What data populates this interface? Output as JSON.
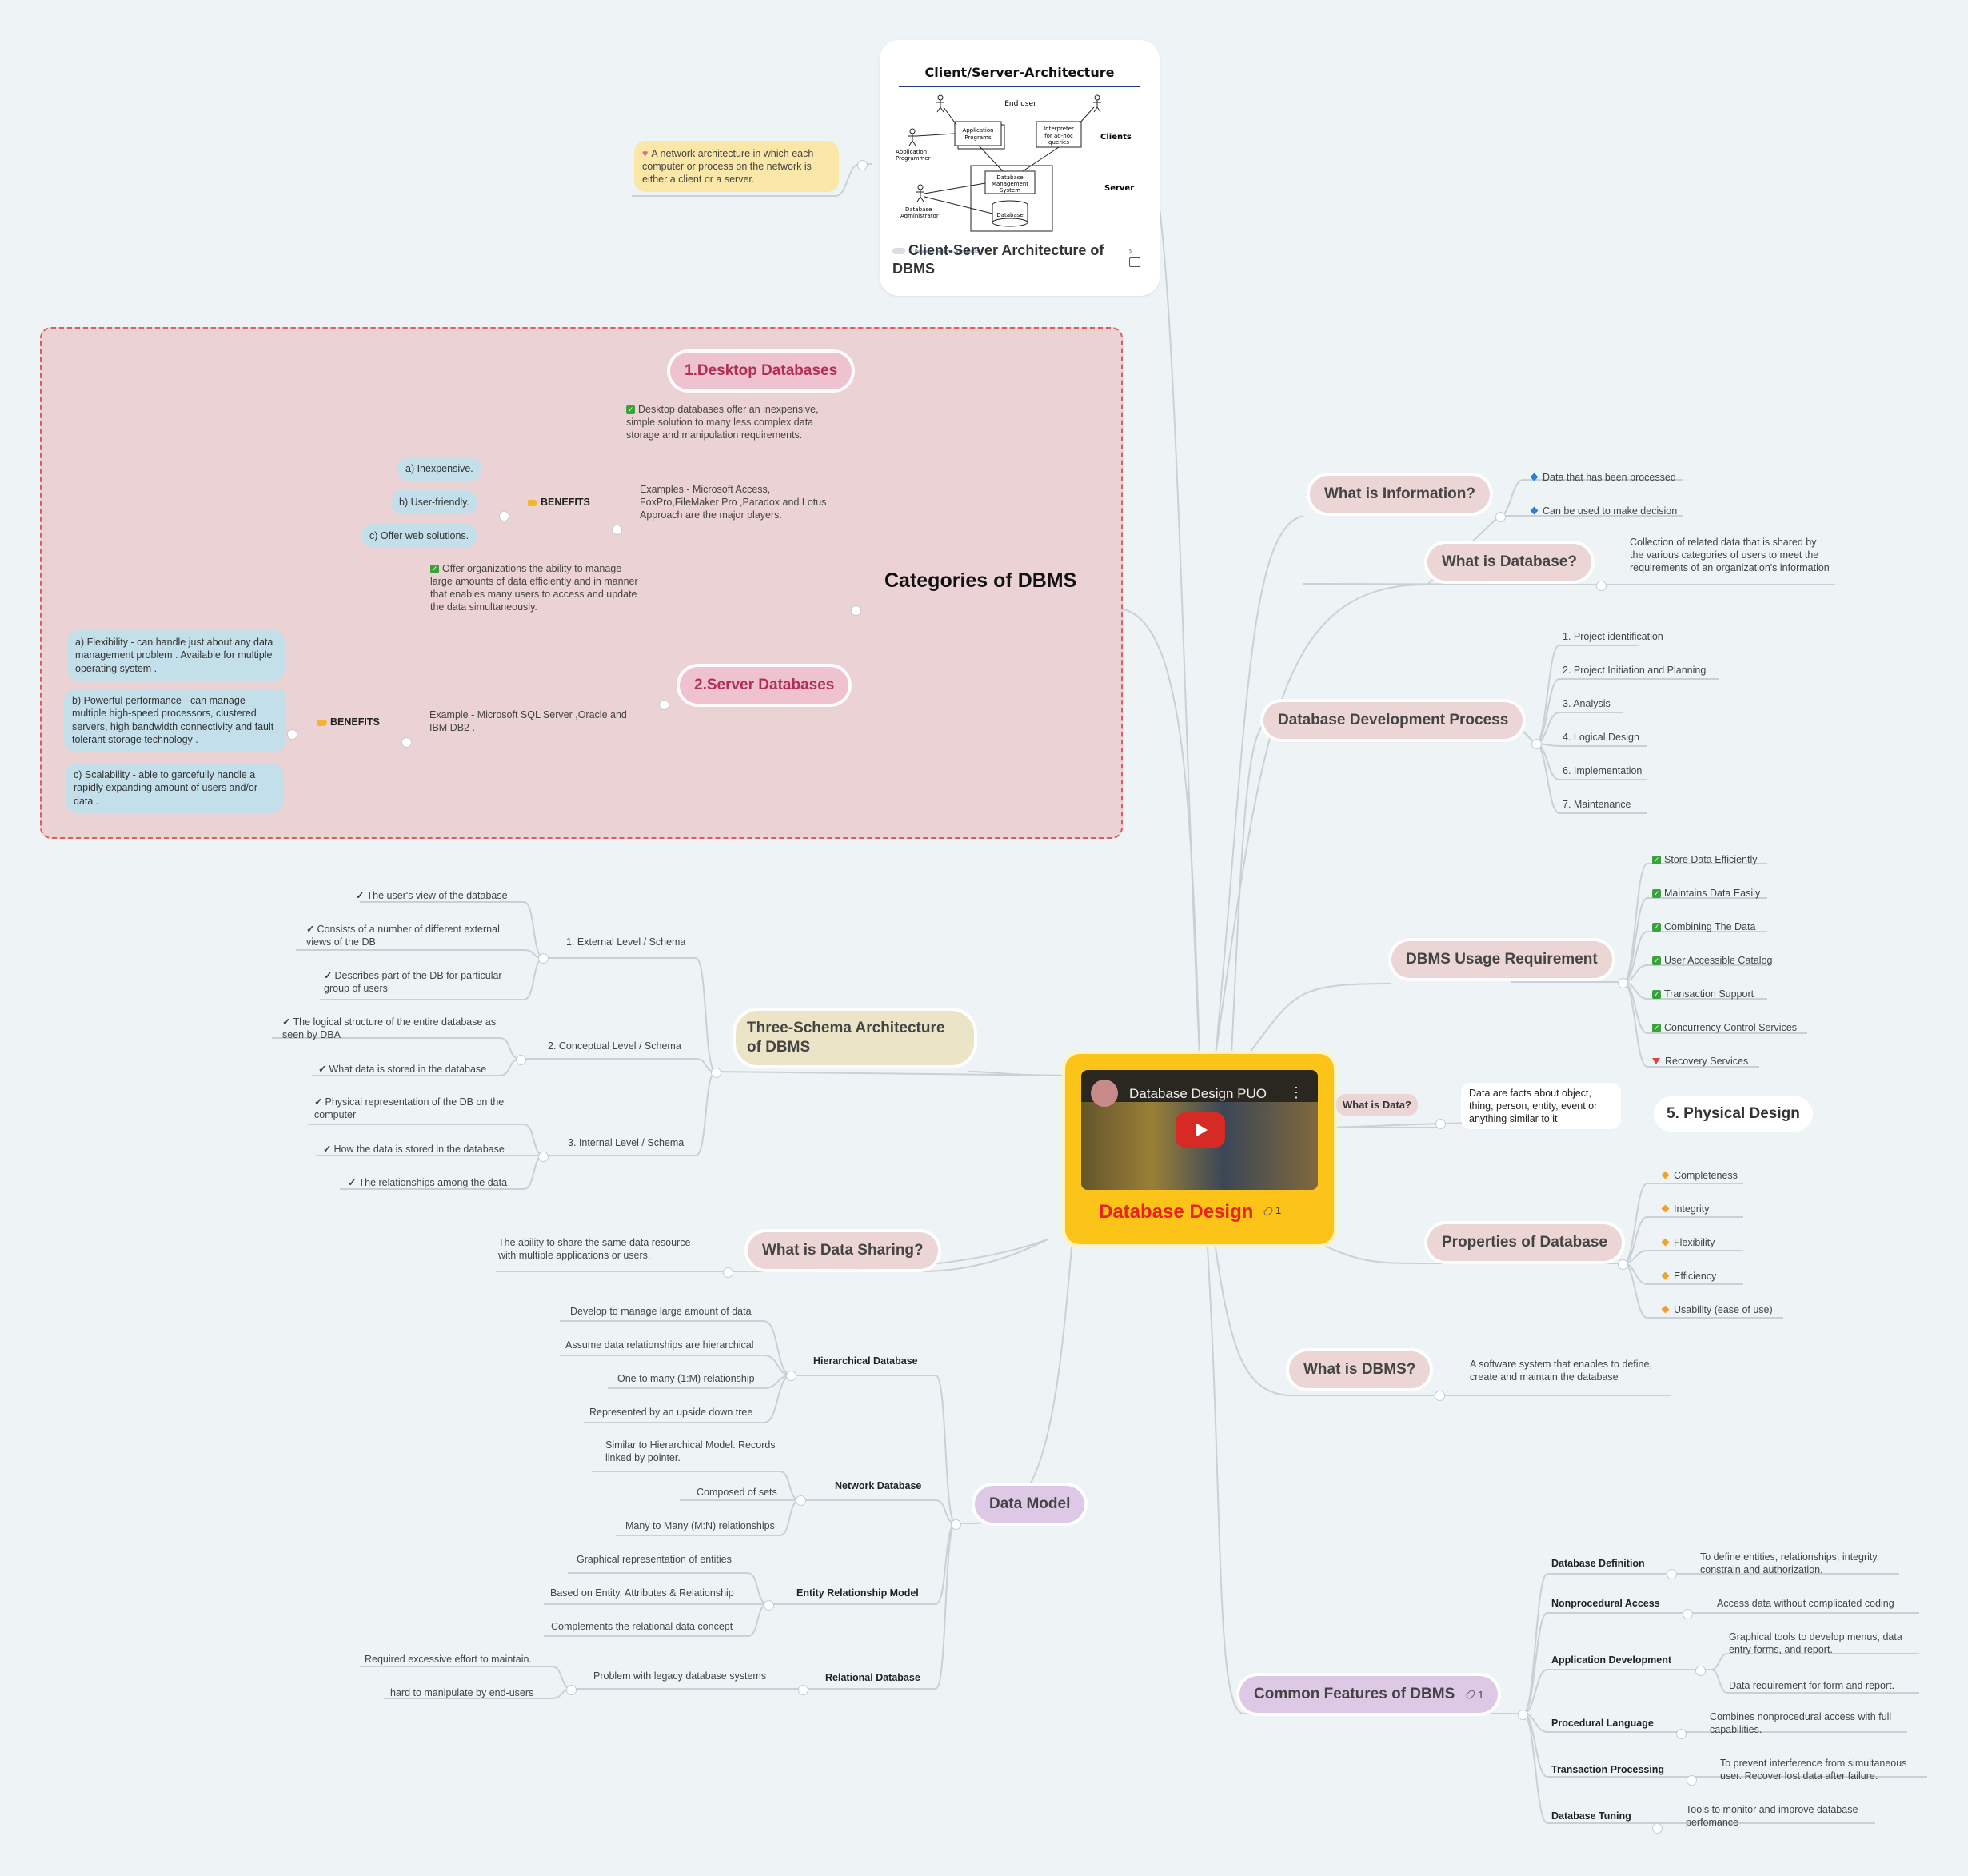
{
  "central": {
    "title": "Database Design",
    "link_count": "1",
    "video_title": "Database Design PUO"
  },
  "client_server": {
    "image_title": "Client/Server-Architecture",
    "end_user": "End user",
    "app_programs": "Application Programs",
    "interpreter": "Interpreter for ad-hoc queries",
    "clients": "Clients",
    "app_programmer": "Application Programmer",
    "dbms": "Database Management System",
    "server": "Server",
    "db_admin": "Database Administrator",
    "database": "Database",
    "footer_left": "Database Systems - Introduction",
    "footer_right": "5",
    "caption": "Client-Server Architecture of DBMS",
    "note": "A network architecture in which each computer or process on the network is either a client or a server."
  },
  "categories": {
    "title": "Categories of DBMS",
    "desktop": {
      "label": "1.Desktop Databases",
      "desc": "Desktop databases offer an inexpensive, simple solution to many less complex data storage and manipulation requirements.",
      "examples": "Examples - Microsoft Access, FoxPro,FileMaker Pro ,Paradox and Lotus Approach are the major players.",
      "benefits_label": "BENEFITS",
      "benefits": [
        "a) Inexpensive.",
        "b) User-friendly.",
        "c) Offer web solutions."
      ]
    },
    "server": {
      "label": "2.Server Databases",
      "desc": "Offer organizations the ability to manage large amounts of data efficiently and in manner that enables many users to access and update the data simultaneously.",
      "example": "Example - Microsoft SQL Server ,Oracle and IBM DB2 .",
      "benefits_label": "BENEFITS",
      "benefits": [
        "a) Flexibility - can handle just about any data management problem . Available for multiple operating system .",
        "b) Powerful performance - can manage multiple high-speed processors, clustered servers, high bandwidth connectivity and fault tolerant storage technology .",
        "c) Scalability - able to garcefully handle a rapidly expanding amount of users and/or data ."
      ]
    }
  },
  "what_is_information": {
    "label": "What is Information?",
    "items": [
      "Data that has been processed",
      "Can be used to make decision"
    ]
  },
  "what_is_database": {
    "label": "What is Database?",
    "desc": "Collection of related data that is shared by the various categories of users to meet the requirements of an organization's information"
  },
  "dev_process": {
    "label": "Database Development Process",
    "items": [
      "1. Project identification",
      "2. Project Initiation and Planning",
      "3. Analysis",
      "4. Logical Design",
      "6. Implementation",
      "7. Maintenance"
    ]
  },
  "usage_req": {
    "label": "DBMS Usage Requirement",
    "items": [
      "Store Data Efficiently",
      "Maintains Data Easily",
      "Combining The Data",
      "User Accessible Catalog",
      "Transaction Support",
      "Concurrency Control Services"
    ],
    "last": "Recovery Services"
  },
  "what_is_data": {
    "label": "What is Data?",
    "desc": "Data are facts about object, thing, person, entity, event or anything similar to it"
  },
  "physical_design": "5. Physical Design",
  "properties": {
    "label": "Properties of Database",
    "items": [
      "Completeness",
      "Integrity",
      "Flexibility",
      "Efficiency",
      "Usability (ease of use)"
    ]
  },
  "what_is_dbms": {
    "label": "What is DBMS?",
    "desc": "A software system that enables to define, create and maintain the database"
  },
  "common_features": {
    "label": "Common Features of DBMS",
    "link_count": "1",
    "def_label": "Database Definition",
    "def_desc": "To define entities, relationships, integrity, constrain and authorization.",
    "nonproc_label": "Nonprocedural Access",
    "nonproc_desc": "Access data without complicated coding",
    "appdev_label": "Application Development",
    "appdev_desc1": "Graphical tools to develop menus, data entry forms, and report.",
    "appdev_desc2": "Data requirement for form and report.",
    "proc_label": "Procedural Language",
    "proc_desc": "Combines nonprocedural access with full capabilities.",
    "trans_label": "Transaction Processing",
    "trans_desc": "To prevent interference from simultaneous user. Recover lost data after failure.",
    "tuning_label": "Database Tuning",
    "tuning_desc": "Tools to monitor and improve database perfomance"
  },
  "three_schema": {
    "label": "Three-Schema Architecture of DBMS",
    "external": {
      "label": "1. External Level / Schema",
      "items": [
        "The user's view of the database",
        "Consists of a number of different external views of the DB",
        "Describes part of the DB for particular group of users"
      ]
    },
    "conceptual": {
      "label": "2. Conceptual Level / Schema",
      "items": [
        "The logical structure of the entire database as seen by DBA",
        "What data is stored in the database"
      ]
    },
    "internal": {
      "label": "3. Internal Level / Schema",
      "items": [
        "Physical representation of the DB on the computer",
        "How the data is stored in the database",
        "The relationships among the data"
      ]
    }
  },
  "data_sharing": {
    "label": "What is Data Sharing?",
    "desc": "The ability to share the same data resource with multiple applications or users."
  },
  "data_model": {
    "label": "Data Model",
    "hier_label": "Hierarchical  Database",
    "hier_items": [
      "Develop to manage large amount of data",
      "Assume data relationships are hierarchical",
      "One to many (1:M) relationship",
      "Represented by an upside down tree"
    ],
    "net_label": "Network Database",
    "net_items": [
      "Similar to Hierarchical Model. Records linked by pointer.",
      "Composed of sets",
      "Many to Many (M:N) relationships"
    ],
    "er_label": "Entity Relationship Model",
    "er_items": [
      "Graphical  representation of entities",
      "Based on Entity, Attributes & Relationship",
      "Complements the relational data concept"
    ],
    "rel_label": "Relational Database",
    "rel_problem": "Problem with legacy database systems",
    "rel_items": [
      "Required excessive effort to maintain.",
      "hard to manipulate by end-users"
    ]
  },
  "colors": {
    "central_bg": "#fcc419",
    "central_title": "#e8241f",
    "category_frame": "#e05a5a",
    "category_bg": "#ebd2d4"
  }
}
